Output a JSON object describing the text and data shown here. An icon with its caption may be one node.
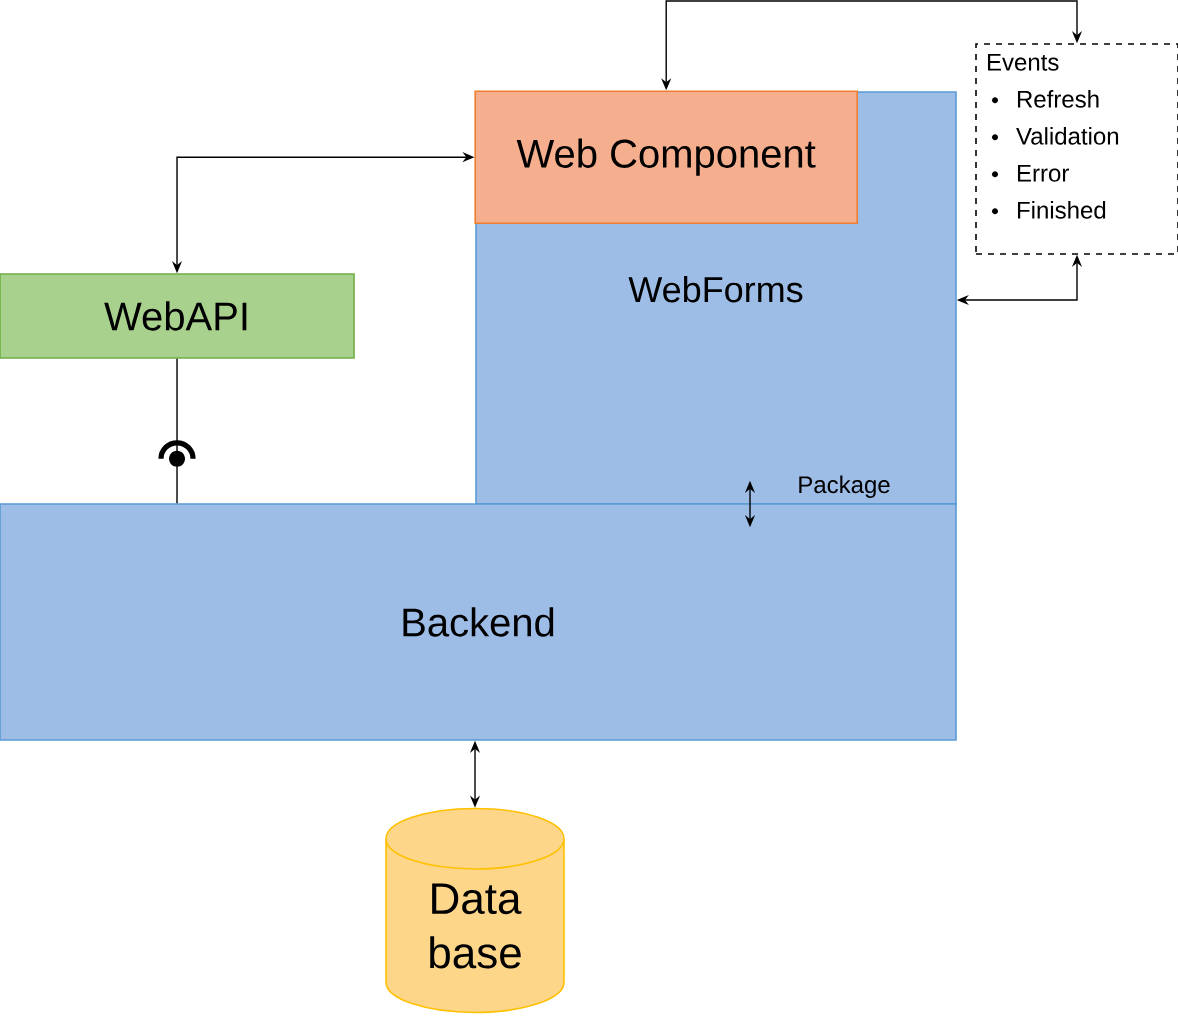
{
  "diagram": {
    "nodes": [
      {
        "text": [
          "WebForms"
        ]
      },
      {
        "text": [
          "Web Component"
        ],
        "in": 0
      },
      {
        "text": [
          "Events",
          "Refresh",
          "Validation",
          "Error",
          "Finished"
        ]
      },
      {
        "text": [
          "WebAPI"
        ]
      },
      {
        "text": [
          "Backend"
        ]
      },
      {
        "text": [
          "Data base"
        ]
      }
    ],
    "edges": [
      {
        "from": 1,
        "to": 2,
        "arrow": "both"
      },
      {
        "from": 3,
        "to": 1,
        "arrow": "both"
      },
      {
        "from": 2,
        "to": 0,
        "arrow": "both"
      },
      {
        "from": 3,
        "to": 4,
        "arrow": "none"
      },
      {
        "from": 0,
        "to": 4,
        "arrow": "both",
        "label": "Package"
      },
      {
        "from": 4,
        "to": 5,
        "arrow": "both"
      }
    ]
  }
}
